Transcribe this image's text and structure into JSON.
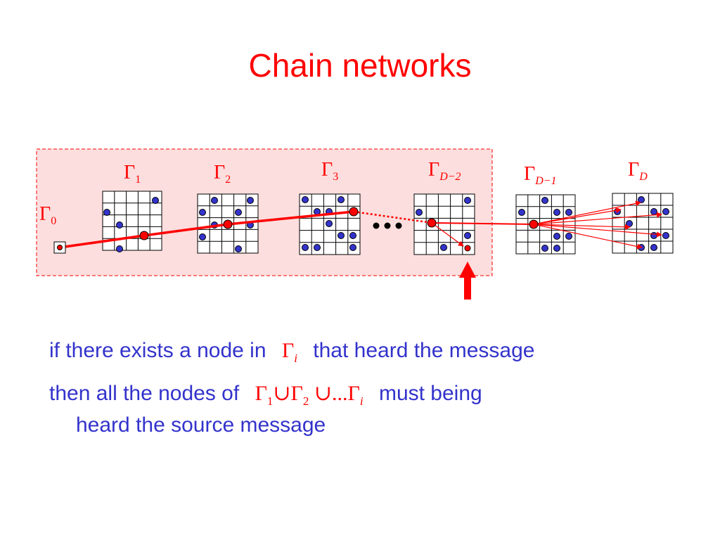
{
  "slide": {
    "title": "Chain networks"
  },
  "diagram": {
    "colors": {
      "highlight_fill": "#fcdede",
      "highlight_border": "#ff0000",
      "grid_line": "#000000",
      "node": "#3333cc",
      "active_node": "#ff0000",
      "link": "#ff0000",
      "ellipsis_dot": "#000000"
    },
    "labels": {
      "gamma_symbol": "Γ",
      "g0": "0",
      "g1": "1",
      "g2": "2",
      "g3": "3",
      "gd2": "D−2",
      "gd1": "D−1",
      "gd": "D"
    },
    "ellipsis": "three-dots",
    "arrow": "red-up-arrow"
  },
  "statement": {
    "line1_before": "if there exists a node in",
    "line1_after": "that heard the message",
    "line2_before": "then all the nodes of",
    "line2_after": "must being",
    "line3": "heard the source message",
    "formula_gamma": "Γ",
    "formula_i": "i",
    "formula_1": "1",
    "formula_2": "2",
    "formula_union": "∪",
    "formula_dots": "..."
  }
}
